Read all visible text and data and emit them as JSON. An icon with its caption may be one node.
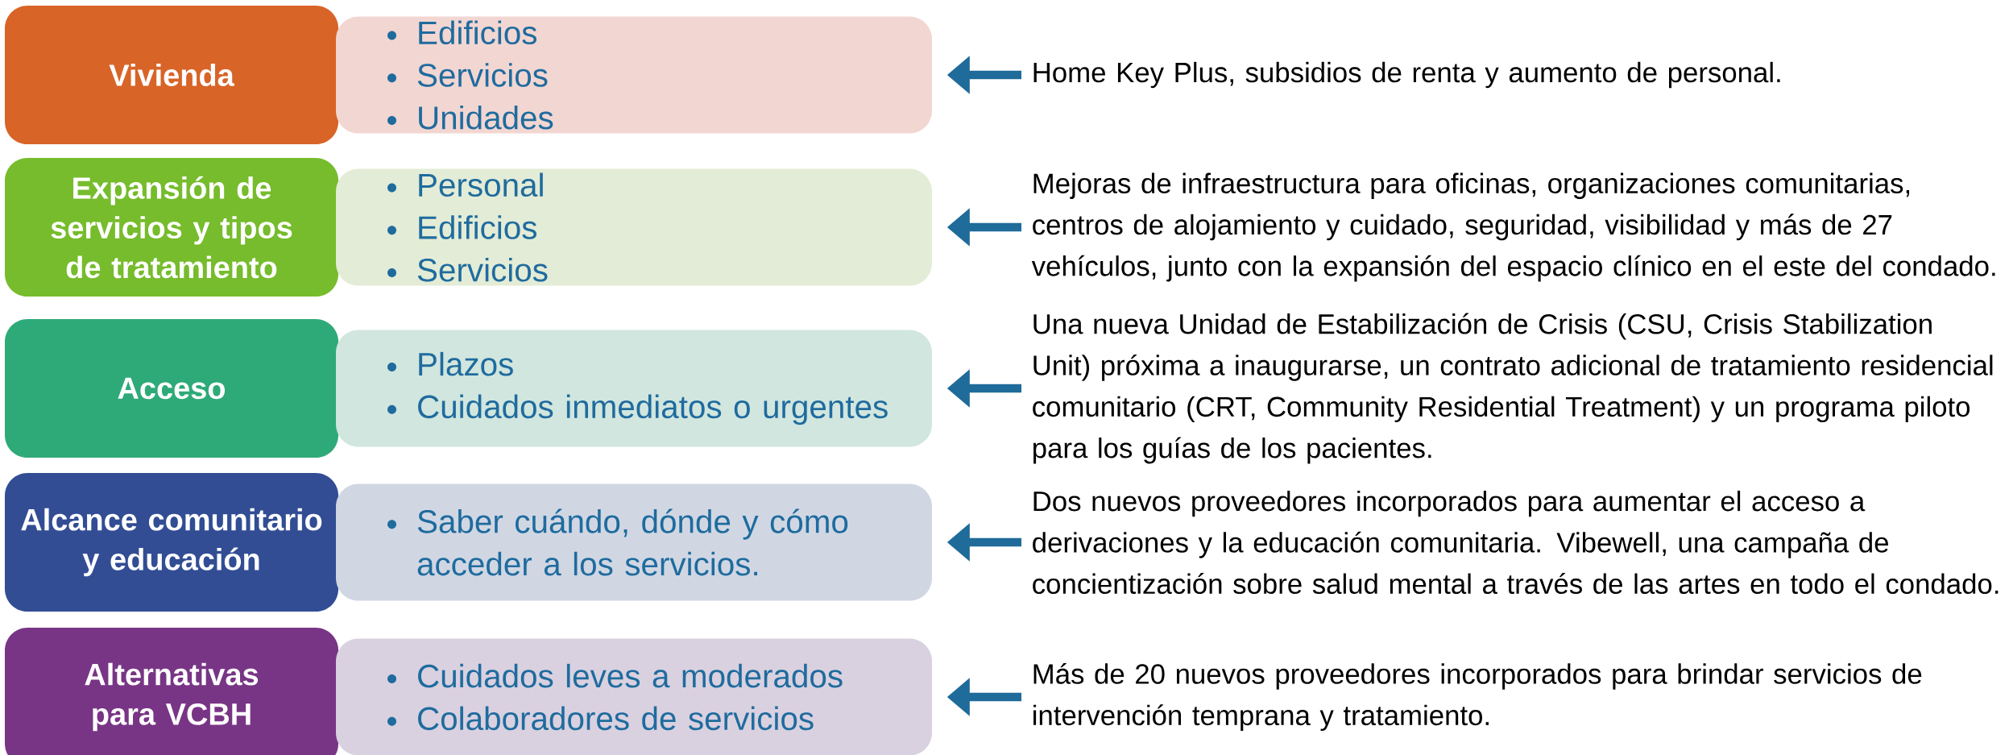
{
  "diagram": {
    "nodes": [
      {
        "text": [
          "Vivienda"
        ]
      },
      {
        "text": [
          "Edificios",
          "Servicios",
          "Unidades"
        ]
      },
      {
        "text": [
          "Home Key Plus, subsidios de renta y aumento de personal."
        ]
      },
      {
        "text": [
          "Expansión de servicios y tipos de tratamiento"
        ]
      },
      {
        "text": [
          "Personal",
          "Edificios",
          "Servicios"
        ]
      },
      {
        "text": [
          "Mejoras de infraestructura para oficinas, organizaciones comunitarias, centros de alojamiento y cuidado, seguridad, visibilidad y más de 27 vehículos, junto con la expansión del espacio clínico en el este del condado."
        ]
      },
      {
        "text": [
          "Acceso"
        ]
      },
      {
        "text": [
          "Plazos",
          "Cuidados inmediatos o urgentes"
        ]
      },
      {
        "text": [
          "Una nueva Unidad de Estabilización de Crisis (CSU, Crisis Stabilization Unit) próxima a inaugurarse, un contrato adicional de tratamiento residencial comunitario (CRT, Community Residential Treatment) y un programa piloto para los guías de los pacientes."
        ]
      },
      {
        "text": [
          "Alcance comunitario y educación"
        ]
      },
      {
        "text": [
          "Saber cuándo, dónde y cómo acceder a los servicios."
        ]
      },
      {
        "text": [
          "Dos nuevos proveedores incorporados para aumentar el acceso a derivaciones y la educación comunitaria. Vibewell, una campaña de concientización sobre salud mental a través de las artes en todo el condado."
        ]
      },
      {
        "text": [
          "Alternativas para VCBH"
        ]
      },
      {
        "text": [
          "Cuidados leves a moderados",
          "Colaboradores de servicios"
        ]
      },
      {
        "text": [
          "Más de 20 nuevos proveedores incorporados para brindar servicios de intervención temprana y tratamiento."
        ]
      }
    ],
    "edges": [
      {
        "from": 2,
        "to": 1,
        "arrow": "to"
      },
      {
        "from": 5,
        "to": 4,
        "arrow": "to"
      },
      {
        "from": 8,
        "to": 7,
        "arrow": "to"
      },
      {
        "from": 11,
        "to": 10,
        "arrow": "to"
      },
      {
        "from": 14,
        "to": 13,
        "arrow": "to"
      }
    ]
  }
}
